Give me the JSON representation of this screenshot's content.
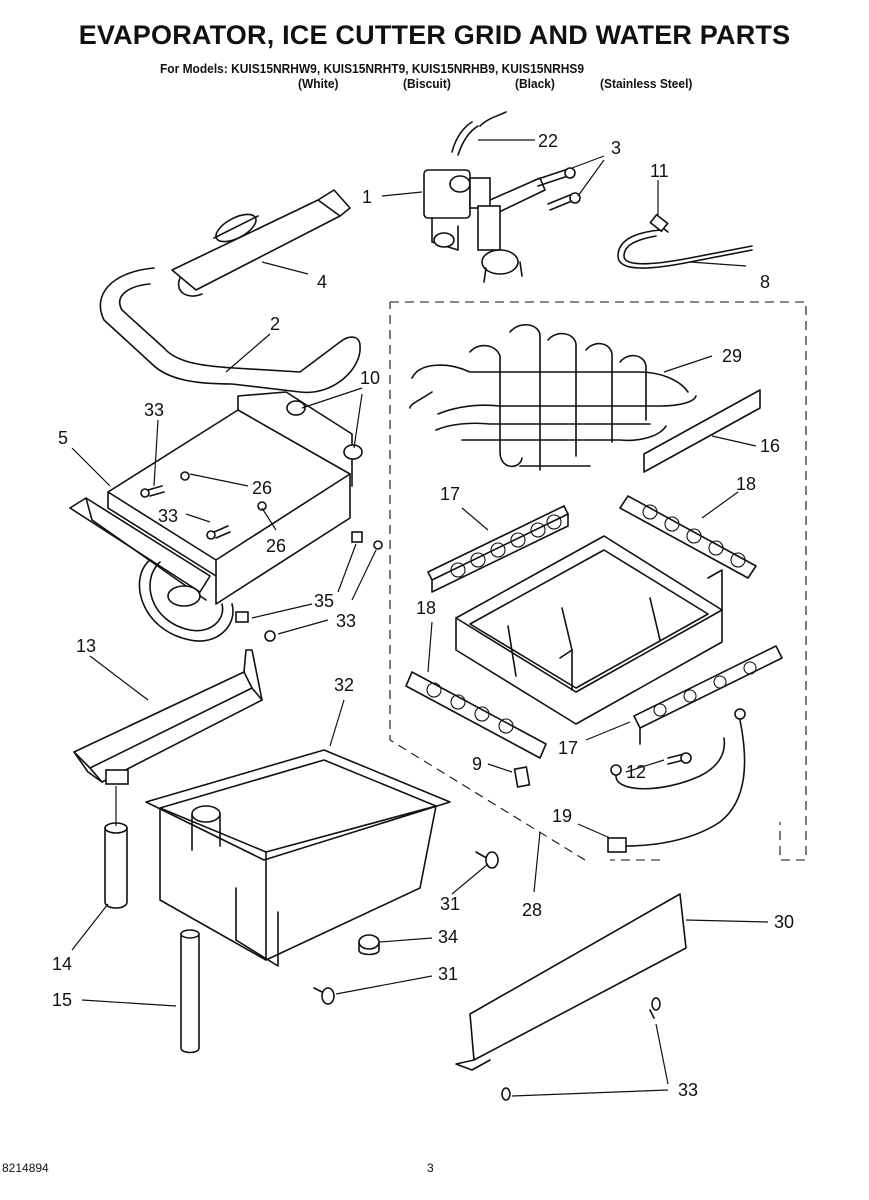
{
  "header": {
    "title": "EVAPORATOR, ICE CUTTER GRID AND WATER PARTS",
    "models_line": "For Models: KUIS15NRHW9, KUIS15NRHT9, KUIS15NRHB9, KUIS15NRHS9",
    "variants": [
      "(White)",
      "(Biscuit)",
      "(Black)",
      "(Stainless Steel)"
    ]
  },
  "callouts": {
    "c1": "1",
    "c2": "2",
    "c3": "3",
    "c4": "4",
    "c5": "5",
    "c8": "8",
    "c9": "9",
    "c10": "10",
    "c11": "11",
    "c12": "12",
    "c13": "13",
    "c14": "14",
    "c15": "15",
    "c16": "16",
    "c17a": "17",
    "c17b": "17",
    "c18a": "18",
    "c18b": "18",
    "c19": "19",
    "c22": "22",
    "c26a": "26",
    "c26b": "26",
    "c28": "28",
    "c29": "29",
    "c30": "30",
    "c31a": "31",
    "c31b": "31",
    "c32": "32",
    "c33a": "33",
    "c33b": "33",
    "c33c": "33",
    "c33d": "33",
    "c34": "34",
    "c35": "35"
  },
  "footer": {
    "doc_number": "8214894",
    "page_number": "3"
  }
}
